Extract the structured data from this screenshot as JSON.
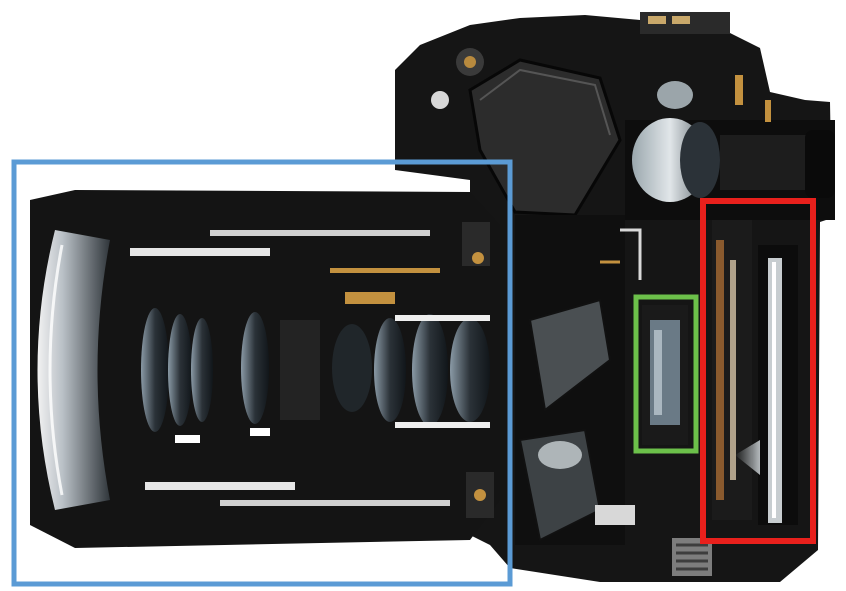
{
  "image": {
    "subject": "cutaway-camera",
    "background_color": "#ffffff"
  },
  "highlights": [
    {
      "id": "lens",
      "color": "#5b9bd5"
    },
    {
      "id": "shutter",
      "color": "#6cc04a"
    },
    {
      "id": "sensor",
      "color": "#e8201c"
    }
  ]
}
